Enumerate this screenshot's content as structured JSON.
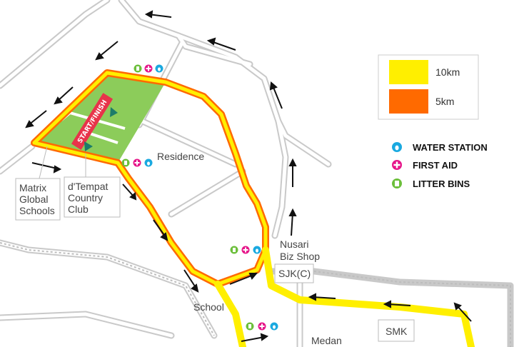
{
  "start_finish": "START/FINISH",
  "places": {
    "residence": "Residence",
    "matrix": [
      "Matrix",
      "Global",
      "Schools"
    ],
    "dtempat": [
      "d'Tempat",
      "Country",
      "Club"
    ],
    "nusari": [
      "Nusari",
      "Biz Shop"
    ],
    "sjkc": "SJK(C)",
    "school": "School",
    "smk": "SMK",
    "medan": "Medan"
  },
  "legend": {
    "routes": [
      {
        "label": "10km",
        "color": "#ffef00"
      },
      {
        "label": "5km",
        "color": "#ff6a00"
      }
    ],
    "facilities": [
      {
        "label": "WATER STATION",
        "icon": "water-drop-icon",
        "color": "#1aa9e0"
      },
      {
        "label": "FIRST AID",
        "icon": "first-aid-cross-icon",
        "color": "#e6168a"
      },
      {
        "label": "LITTER BINS",
        "icon": "litter-bin-icon",
        "color": "#6cbf3b"
      }
    ]
  },
  "colors": {
    "park": "#8ccc5a",
    "road_outline": "#c7c7c7",
    "route_10km": "#ffef00",
    "route_5km": "#ff6a00",
    "banner": "#e8334a"
  }
}
